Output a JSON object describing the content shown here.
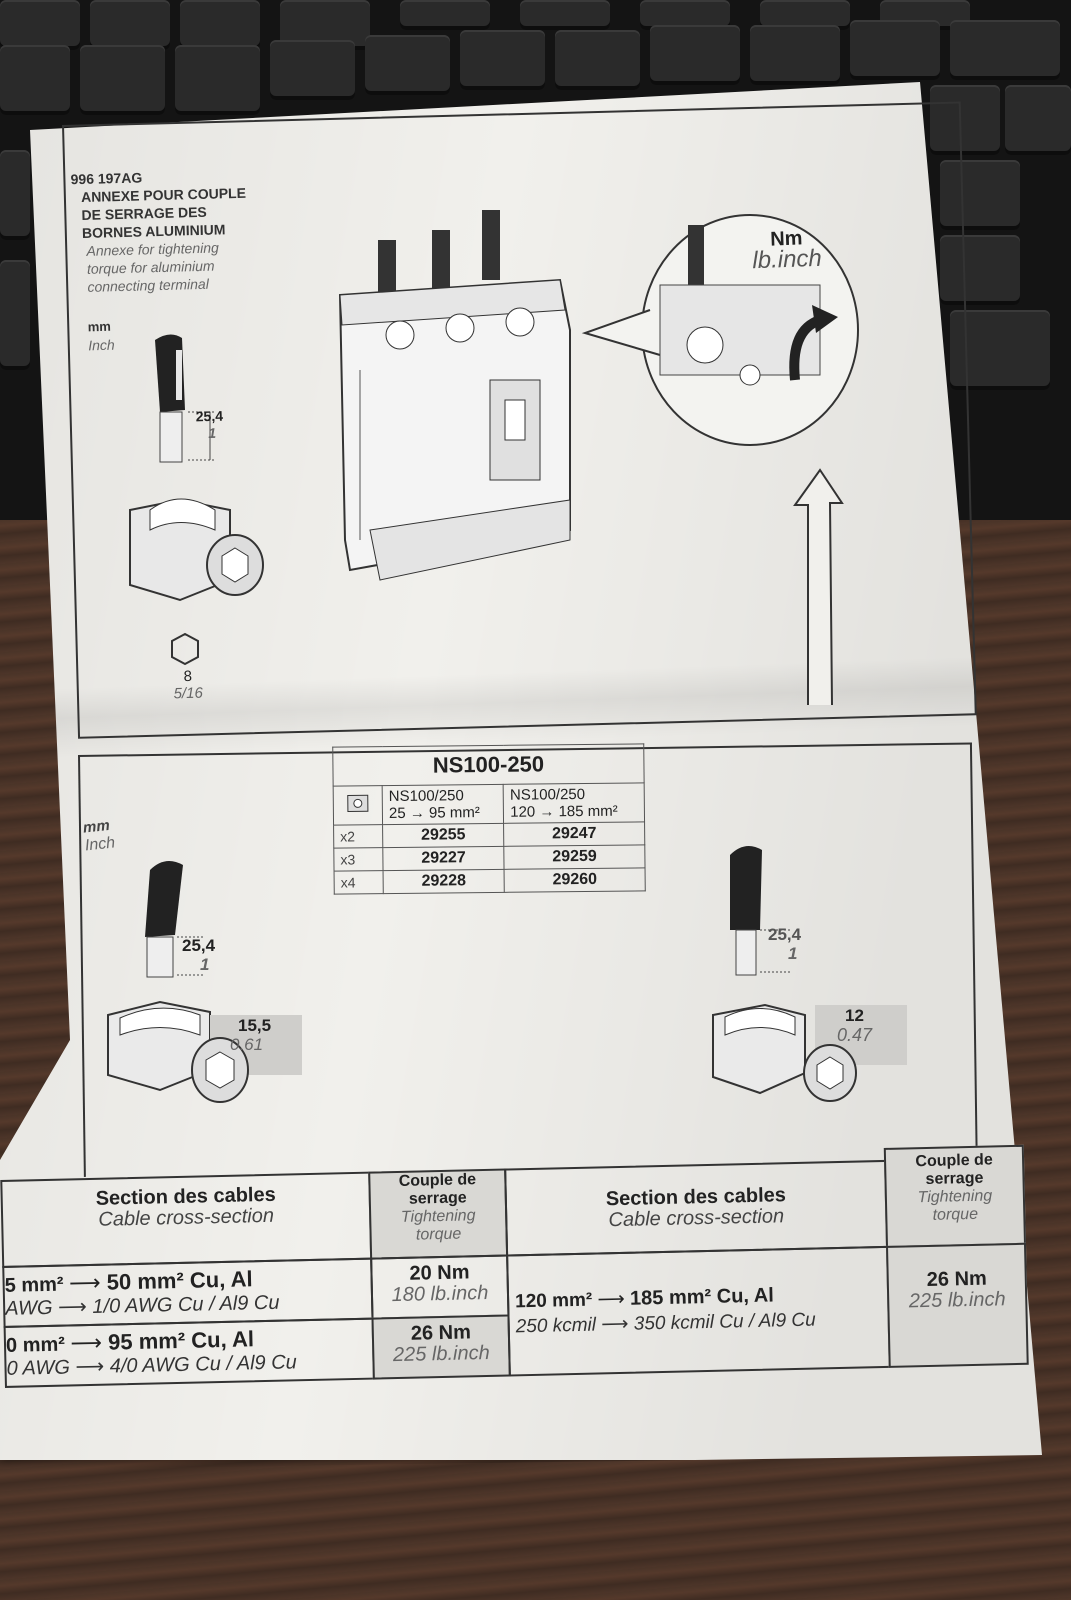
{
  "document": {
    "ref_code": "996 197AG",
    "title_fr": [
      "ANNEXE POUR COUPLE",
      "DE SERRAGE DES",
      "BORNES ALUMINIUM"
    ],
    "title_en": [
      "Annexe for tightening",
      "torque for aluminium",
      "connecting terminal"
    ],
    "units_top": {
      "mm": "mm",
      "inch": "Inch"
    },
    "strip_len_top": {
      "mm": "25,4",
      "inch": "1"
    },
    "hex_key": {
      "mm": "8",
      "inch": "5/16"
    },
    "callout_units": {
      "nm": "Nm",
      "lbinch": "lb.inch"
    }
  },
  "ns_table": {
    "title": "NS100-250",
    "col1_header": [
      "NS100/250",
      "25 → 95 mm²"
    ],
    "col2_header": [
      "NS100/250",
      "120 → 185 mm²"
    ],
    "rows": [
      {
        "label": "x2",
        "c1": "29255",
        "c2": "29247"
      },
      {
        "label": "x3",
        "c1": "29227",
        "c2": "29259"
      },
      {
        "label": "x4",
        "c1": "29228",
        "c2": "29260"
      }
    ]
  },
  "lower_left": {
    "units": {
      "mm": "mm",
      "inch": "Inch"
    },
    "strip_len": {
      "mm": "25,4",
      "inch": "1"
    },
    "hex_size": {
      "mm": "15,5",
      "inch": "0.61"
    }
  },
  "lower_right": {
    "strip_len": {
      "mm": "25,4",
      "inch": "1"
    },
    "hex_size": {
      "mm": "12",
      "inch": "0.47"
    }
  },
  "bottom_table": {
    "left_header": {
      "fr": "Section des cables",
      "en": "Cable cross-section"
    },
    "torque_header": {
      "fr": [
        "Couple de",
        "serrage"
      ],
      "en": [
        "Tightening",
        "torque"
      ]
    },
    "right_header": {
      "fr": "Section des cables",
      "en": "Cable cross-section"
    },
    "right_torque_header": {
      "fr": [
        "Couple de",
        "serrage"
      ],
      "en": [
        "Tightening",
        "torque"
      ]
    },
    "left_rows": [
      {
        "from_mm": "5 mm²",
        "to_mm": "50 mm² Cu, Al",
        "from_awg": "AWG",
        "to_awg": "1/0 AWG Cu / Al9 Cu",
        "torque_nm": "20 Nm",
        "torque_lb": "180 lb.inch"
      },
      {
        "from_mm": "0 mm²",
        "to_mm": "95 mm² Cu, Al",
        "from_awg": "0 AWG",
        "to_awg": "4/0 AWG Cu / Al9 Cu",
        "torque_nm": "26 Nm",
        "torque_lb": "225 lb.inch"
      }
    ],
    "right_row": {
      "from_mm": "120 mm²",
      "to_mm": "185 mm² Cu, Al",
      "from_awg": "250 kcmil",
      "to_awg": "350 kcmil Cu / Al9 Cu",
      "torque_nm": "26 Nm",
      "torque_lb": "225 lb.inch"
    }
  }
}
